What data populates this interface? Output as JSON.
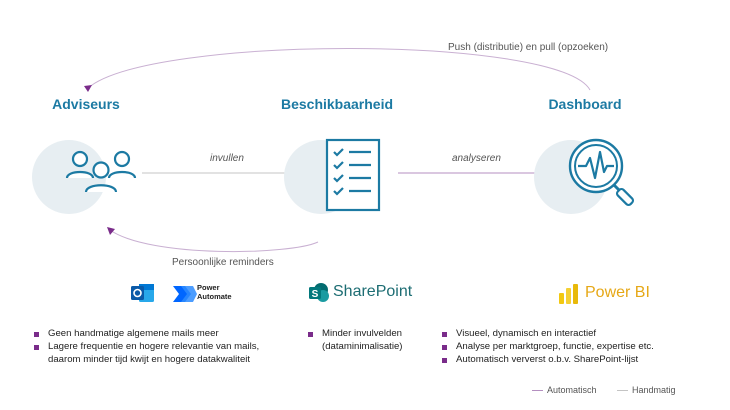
{
  "colors": {
    "heading": "#1c7aa3",
    "bullet": "#7a2c8a",
    "automatic_line": "#b48fc0",
    "manual_line": "#c4c4c4",
    "circle_bg": "#e7eef2",
    "icon_blue": "#1c7aa3"
  },
  "top_arrow_label": "Push (distributie) en pull (opzoeken)",
  "columns": {
    "advisers": {
      "title": "Adviseurs",
      "icon": "people-icon",
      "apps": [
        {
          "name": "Outlook",
          "icon": "outlook-icon",
          "label": ""
        },
        {
          "name": "Power Automate",
          "icon": "power-automate-icon",
          "label_line1": "Power",
          "label_line2": "Automate"
        }
      ],
      "bullets": [
        "Geen handmatige algemene mails meer",
        "Lagere frequentie en hogere relevantie van mails, daarom minder tijd kwijt en hogere datakwaliteit"
      ]
    },
    "availability": {
      "title": "Beschikbaarheid",
      "icon": "checklist-icon",
      "app": {
        "name": "SharePoint",
        "icon": "sharepoint-icon",
        "label": "SharePoint"
      },
      "bullets": [
        "Minder invulvelden (dataminimalisatie)"
      ]
    },
    "dashboard": {
      "title": "Dashboard",
      "icon": "analytics-magnifier-icon",
      "app": {
        "name": "Power BI",
        "icon": "power-bi-icon",
        "label": "Power BI"
      },
      "bullets": [
        "Visueel, dynamisch en interactief",
        "Analyse per marktgroep, functie, expertise etc.",
        "Automatisch ververst o.b.v. SharePoint-lijst"
      ]
    }
  },
  "flows": {
    "fill_in": "invullen",
    "analyse": "analyseren",
    "reminders": "Persoonlijke reminders"
  },
  "legend": {
    "automatic": "Automatisch",
    "manual": "Handmatig"
  }
}
